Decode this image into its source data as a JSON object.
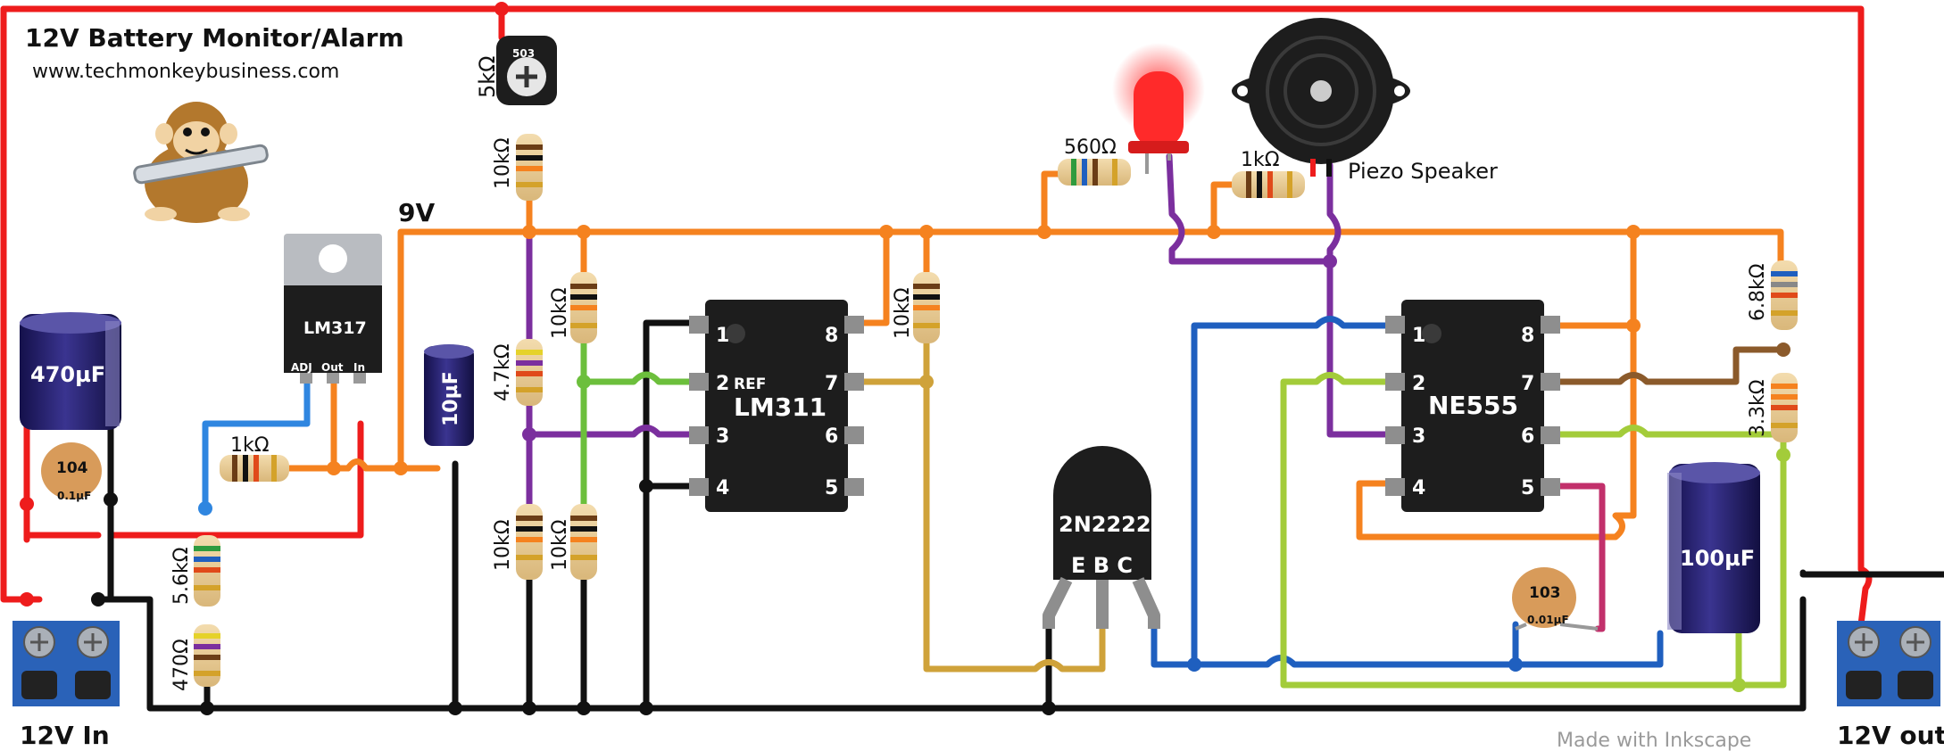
{
  "title": "12V Battery Monitor/Alarm",
  "website": "www.techmonkeybusiness.com",
  "footer_credit": "Made with Inkscape",
  "rail_label": "9V",
  "terminals": {
    "input_label": "12V In",
    "output_label": "12V out"
  },
  "components": {
    "regulator": {
      "name": "LM317",
      "pins": [
        "ADJ",
        "Out",
        "In"
      ]
    },
    "comparator": {
      "name": "LM311",
      "ref_label": "REF",
      "pins_left": [
        "1",
        "2",
        "3",
        "4"
      ],
      "pins_right": [
        "8",
        "7",
        "6",
        "5"
      ]
    },
    "timer": {
      "name": "NE555",
      "pins_left": [
        "1",
        "2",
        "3",
        "4"
      ],
      "pins_right": [
        "8",
        "7",
        "6",
        "5"
      ]
    },
    "transistor": {
      "name": "2N2222",
      "pins": "E B C"
    },
    "cap_470": {
      "value": "470µF"
    },
    "cap_104": {
      "code": "104",
      "value": "0.1µF"
    },
    "cap_10": {
      "value": "10µF"
    },
    "cap_103": {
      "code": "103",
      "value": "0.01µF"
    },
    "cap_100": {
      "value": "100µF"
    },
    "trimmer": {
      "value": "5kΩ",
      "code": "503"
    },
    "resistors": {
      "r_1k_reg": "1kΩ",
      "r_5_6k": "5.6kΩ",
      "r_470": "470Ω",
      "r_10k_trim": "10kΩ",
      "r_4_7k": "4.7kΩ",
      "r_10k_low1": "10kΩ",
      "r_10k_low2": "10kΩ",
      "r_10k_pin2": "10kΩ",
      "r_10k_pin8": "10kΩ",
      "r_560": "560Ω",
      "r_1k_piezo": "1kΩ",
      "r_6_8k": "6.8kΩ",
      "r_3_3k": "3.3kΩ"
    },
    "piezo": {
      "label": "Piezo Speaker"
    }
  },
  "colors": {
    "positive_12v": "#ee1c1c",
    "ground": "#111111",
    "rail_9v": "#f5821f",
    "purple": "#7b2f9e",
    "green": "#6cbf3c",
    "blue": "#1f5fbf",
    "gold": "#cfa23a",
    "lime": "#a3cc3a",
    "brown": "#8b5a2b",
    "magenta": "#c2306b",
    "light_blue": "#2f86e0"
  }
}
